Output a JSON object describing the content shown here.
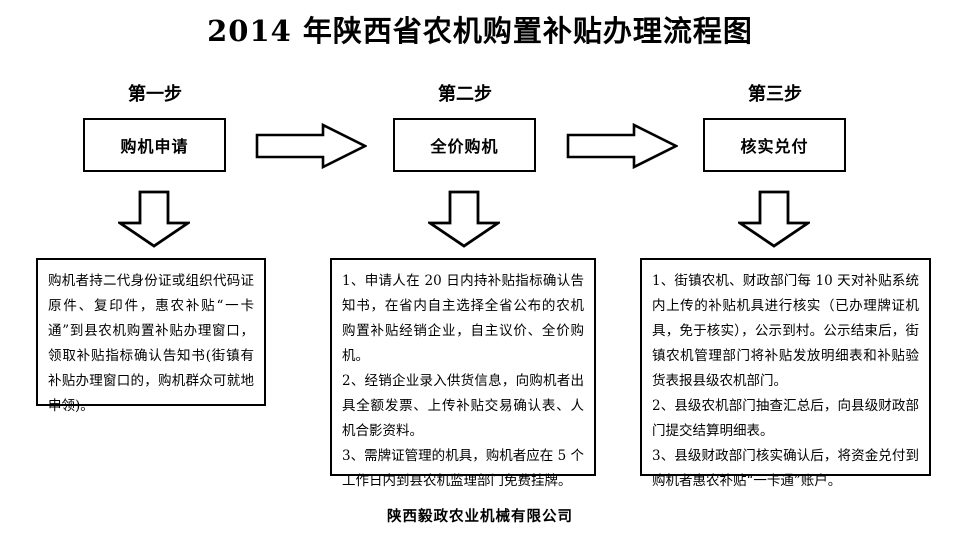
{
  "document": {
    "title": "2014 年陕西省农机购置补贴办理流程图",
    "footer": "陕西毅政农业机械有限公司",
    "background_color": "#ffffff",
    "line_color": "#000000"
  },
  "steps": [
    {
      "label": "第一步",
      "stage_box": "购机申请",
      "detail": "购机者持二代身份证或组织代码证原件、复印件，惠农补贴“一卡通”到县农机购置补贴办理窗口，领取补贴指标确认告知书(街镇有补贴办理窗口的，购机群众可就地申领)。"
    },
    {
      "label": "第二步",
      "stage_box": "全价购机",
      "detail": "1、申请人在 20 日内持补贴指标确认告知书，在省内自主选择全省公布的农机购置补贴经销企业，自主议价、全价购机。\n2、经销企业录入供货信息，向购机者出具全额发票、上传补贴交易确认表、人机合影资料。\n3、需牌证管理的机具，购机者应在 5 个工作日内到县农机监理部门免费挂牌。"
    },
    {
      "label": "第三步",
      "stage_box": "核实兑付",
      "detail": "1、街镇农机、财政部门每 10 天对补贴系统内上传的补贴机具进行核实（已办理牌证机具，免于核实），公示到村。公示结束后，街镇农机管理部门将补贴发放明细表和补贴验货表报县级农机部门。\n2、县级农机部门抽查汇总后，向县级财政部门提交结算明细表。\n3、县级财政部门核实确认后，将资金兑付到购机者惠农补贴“一卡通”账户。"
    }
  ],
  "arrows": {
    "horizontal": [
      "right-arrow-step1-to-step2",
      "right-arrow-step2-to-step3"
    ],
    "vertical": [
      "down-arrow-step1",
      "down-arrow-step2",
      "down-arrow-step3"
    ]
  }
}
